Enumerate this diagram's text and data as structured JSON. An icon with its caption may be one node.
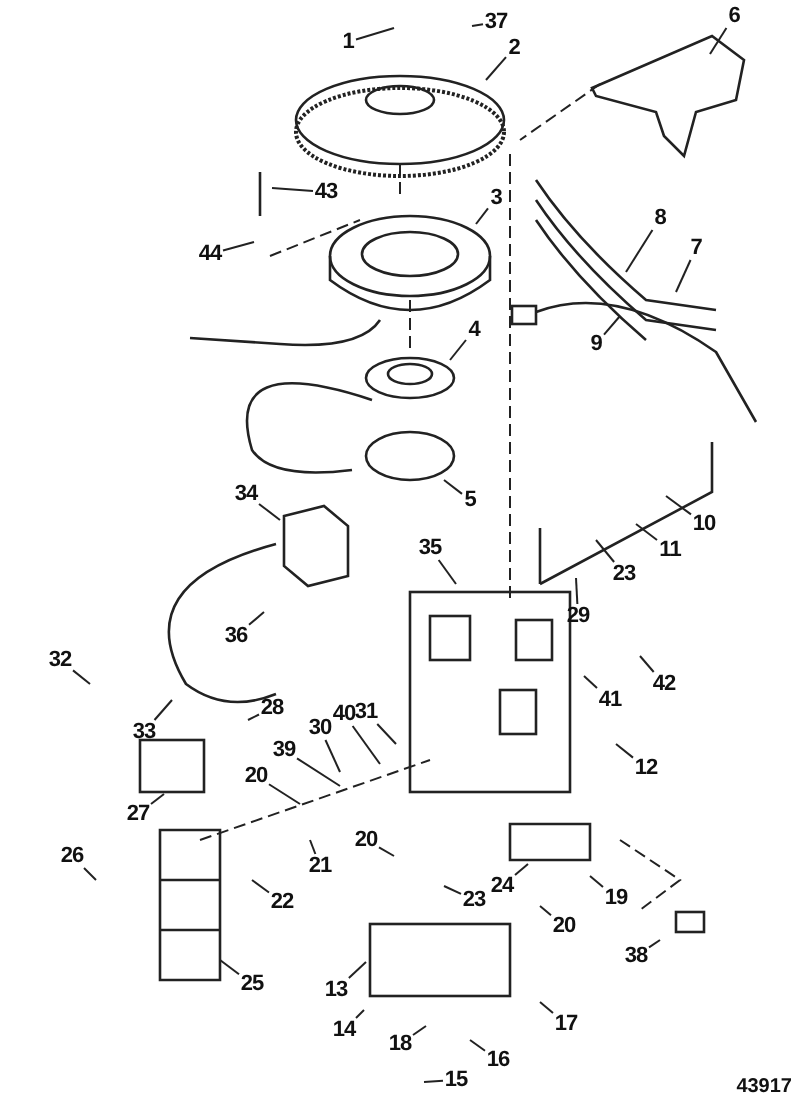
{
  "diagram": {
    "nodes": [
      {
        "text": [
          "6"
        ]
      },
      {
        "text": [
          "37"
        ]
      },
      {
        "text": [
          "1"
        ]
      },
      {
        "text": [
          "2"
        ]
      },
      {
        "text": [
          "43"
        ]
      },
      {
        "text": [
          "3"
        ]
      },
      {
        "text": [
          "8"
        ]
      },
      {
        "text": [
          "7"
        ]
      },
      {
        "text": [
          "44"
        ]
      },
      {
        "text": [
          "4"
        ]
      },
      {
        "text": [
          "9"
        ]
      },
      {
        "text": [
          "34"
        ]
      },
      {
        "text": [
          "5"
        ]
      },
      {
        "text": [
          "10"
        ]
      },
      {
        "text": [
          "35"
        ]
      },
      {
        "text": [
          "11"
        ]
      },
      {
        "text": [
          "23"
        ]
      },
      {
        "text": [
          "29"
        ]
      },
      {
        "text": [
          "36"
        ]
      },
      {
        "text": [
          "32"
        ]
      },
      {
        "text": [
          "42"
        ]
      },
      {
        "text": [
          "41"
        ]
      },
      {
        "text": [
          "28"
        ]
      },
      {
        "text": [
          "40"
        ]
      },
      {
        "text": [
          "31"
        ]
      },
      {
        "text": [
          "33"
        ]
      },
      {
        "text": [
          "30"
        ]
      },
      {
        "text": [
          "39"
        ]
      },
      {
        "text": [
          "12"
        ]
      },
      {
        "text": [
          "20"
        ]
      },
      {
        "text": [
          "27"
        ]
      },
      {
        "text": [
          "20"
        ]
      },
      {
        "text": [
          "26"
        ]
      },
      {
        "text": [
          "21"
        ]
      },
      {
        "text": [
          "24"
        ]
      },
      {
        "text": [
          "23"
        ]
      },
      {
        "text": [
          "19"
        ]
      },
      {
        "text": [
          "22"
        ]
      },
      {
        "text": [
          "20"
        ]
      },
      {
        "text": [
          "38"
        ]
      },
      {
        "text": [
          "25"
        ]
      },
      {
        "text": [
          "13"
        ]
      },
      {
        "text": [
          "17"
        ]
      },
      {
        "text": [
          "14"
        ]
      },
      {
        "text": [
          "18"
        ]
      },
      {
        "text": [
          "16"
        ]
      },
      {
        "text": [
          "15"
        ]
      }
    ],
    "edges": [
      {
        "from": 0,
        "to": null,
        "arrow": "none"
      },
      {
        "from": 1,
        "to": null,
        "arrow": "none"
      },
      {
        "from": 2,
        "to": null,
        "arrow": "none"
      },
      {
        "from": 3,
        "to": null,
        "arrow": "none"
      },
      {
        "from": 4,
        "to": null,
        "arrow": "none"
      },
      {
        "from": 5,
        "to": null,
        "arrow": "none"
      },
      {
        "from": 6,
        "to": null,
        "arrow": "none"
      },
      {
        "from": 7,
        "to": null,
        "arrow": "none"
      },
      {
        "from": 8,
        "to": null,
        "arrow": "none"
      },
      {
        "from": 9,
        "to": null,
        "arrow": "none"
      },
      {
        "from": 10,
        "to": null,
        "arrow": "none"
      },
      {
        "from": 11,
        "to": null,
        "arrow": "none"
      },
      {
        "from": 12,
        "to": null,
        "arrow": "none"
      },
      {
        "from": 13,
        "to": null,
        "arrow": "none"
      },
      {
        "from": 14,
        "to": null,
        "arrow": "none"
      },
      {
        "from": 15,
        "to": null,
        "arrow": "none"
      },
      {
        "from": 16,
        "to": null,
        "arrow": "none"
      },
      {
        "from": 17,
        "to": null,
        "arrow": "none"
      },
      {
        "from": 18,
        "to": null,
        "arrow": "none"
      },
      {
        "from": 19,
        "to": null,
        "arrow": "none"
      },
      {
        "from": 20,
        "to": null,
        "arrow": "none"
      },
      {
        "from": 21,
        "to": null,
        "arrow": "none"
      },
      {
        "from": 22,
        "to": null,
        "arrow": "none"
      },
      {
        "from": 23,
        "to": null,
        "arrow": "none"
      },
      {
        "from": 24,
        "to": null,
        "arrow": "none"
      },
      {
        "from": 25,
        "to": null,
        "arrow": "none"
      },
      {
        "from": 26,
        "to": null,
        "arrow": "none"
      },
      {
        "from": 27,
        "to": null,
        "arrow": "none"
      },
      {
        "from": 28,
        "to": null,
        "arrow": "none"
      },
      {
        "from": 29,
        "to": null,
        "arrow": "none"
      },
      {
        "from": 30,
        "to": null,
        "arrow": "none"
      },
      {
        "from": 31,
        "to": null,
        "arrow": "none"
      },
      {
        "from": 32,
        "to": null,
        "arrow": "none"
      },
      {
        "from": 33,
        "to": null,
        "arrow": "none"
      },
      {
        "from": 34,
        "to": null,
        "arrow": "none"
      },
      {
        "from": 35,
        "to": null,
        "arrow": "none"
      },
      {
        "from": 36,
        "to": null,
        "arrow": "none"
      },
      {
        "from": 37,
        "to": null,
        "arrow": "none"
      },
      {
        "from": 38,
        "to": null,
        "arrow": "none"
      },
      {
        "from": 39,
        "to": null,
        "arrow": "none"
      },
      {
        "from": 40,
        "to": null,
        "arrow": "none"
      },
      {
        "from": 41,
        "to": null,
        "arrow": "none"
      },
      {
        "from": 42,
        "to": null,
        "arrow": "none"
      },
      {
        "from": 43,
        "to": null,
        "arrow": "none"
      },
      {
        "from": 44,
        "to": null,
        "arrow": "none"
      },
      {
        "from": 45,
        "to": null,
        "arrow": "none"
      },
      {
        "from": 46,
        "to": null,
        "arrow": "none"
      }
    ],
    "labels": [
      "43917"
    ]
  }
}
